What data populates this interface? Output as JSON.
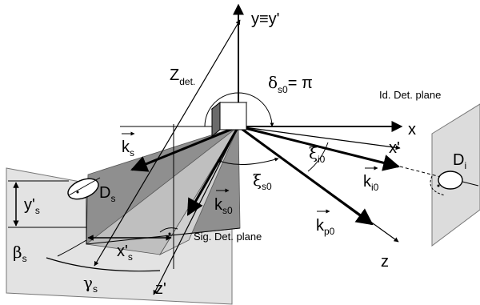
{
  "diagram": {
    "title": "",
    "axes": {
      "y": {
        "main": "y",
        "rest": "≡y'"
      },
      "x": "x",
      "z": "z",
      "x_prime": "x'",
      "z_prime": "z'"
    },
    "detector_distance": {
      "main": "Z",
      "sub": "det."
    },
    "delta": {
      "main": "δ",
      "sub": "s0",
      "rest": "= π"
    },
    "vectors": {
      "ks": {
        "main": "k",
        "sub": "s"
      },
      "ks0": {
        "main": "k",
        "sub": "s0"
      },
      "ki0": {
        "main": "k",
        "sub": "i0"
      },
      "kp0": {
        "main": "k",
        "sub": "p0"
      }
    },
    "angles": {
      "xi_s0": {
        "main": "ξ",
        "sub": "s0"
      },
      "xi_i0": {
        "main": "ξ",
        "sub": "i0"
      },
      "beta_s": {
        "main": "β",
        "sub": "s"
      },
      "gamma_s": {
        "main": "γ",
        "sub": "s"
      }
    },
    "detectors": {
      "Ds": {
        "main": "D",
        "sub": "s"
      },
      "Di": {
        "main": "D",
        "sub": "i"
      }
    },
    "coords": {
      "xs": {
        "main": "x'",
        "sub": "s"
      },
      "ys": {
        "main": "y'",
        "sub": "s"
      }
    },
    "planes": {
      "signal": "Sig. Det. plane",
      "idler": "Id. Det. plane"
    }
  }
}
